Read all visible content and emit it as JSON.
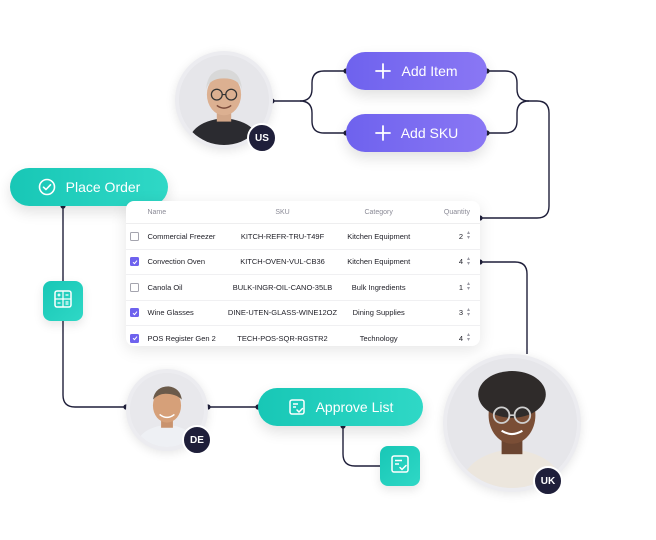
{
  "buttons": {
    "add_item": "Add Item",
    "add_sku": "Add SKU",
    "place_order": "Place Order",
    "approve_list": "Approve List"
  },
  "avatars": {
    "us": "US",
    "de": "DE",
    "uk": "UK"
  },
  "table": {
    "headers": {
      "name": "Name",
      "sku": "SKU",
      "category": "Category",
      "quantity": "Quantity"
    },
    "rows": [
      {
        "checked": false,
        "name": "Commercial Freezer",
        "sku": "KITCH-REFR-TRU-T49F",
        "category": "Kitchen Equipment",
        "qty": "2"
      },
      {
        "checked": true,
        "name": "Convection Oven",
        "sku": "KITCH-OVEN-VUL-CB36",
        "category": "Kitchen Equipment",
        "qty": "4"
      },
      {
        "checked": false,
        "name": "Canola Oil",
        "sku": "BULK-INGR-OIL-CANO-35LB",
        "category": "Bulk Ingredients",
        "qty": "1"
      },
      {
        "checked": true,
        "name": "Wine Glasses",
        "sku": "DINE-UTEN-GLASS-WINE12OZ",
        "category": "Dining Supplies",
        "qty": "3"
      },
      {
        "checked": true,
        "name": "POS Register Gen 2",
        "sku": "TECH-POS-SQR-RGSTR2",
        "category": "Technology",
        "qty": "4"
      }
    ]
  },
  "colors": {
    "purple": "#7b6cf2",
    "teal": "#1fcfbd",
    "wire": "#1f1f3a",
    "badge": "#1f1f3a"
  },
  "icons": {
    "add": "plus-icon",
    "order": "check-circle-icon",
    "approve": "checklist-icon",
    "calculator": "calculator-icon"
  }
}
